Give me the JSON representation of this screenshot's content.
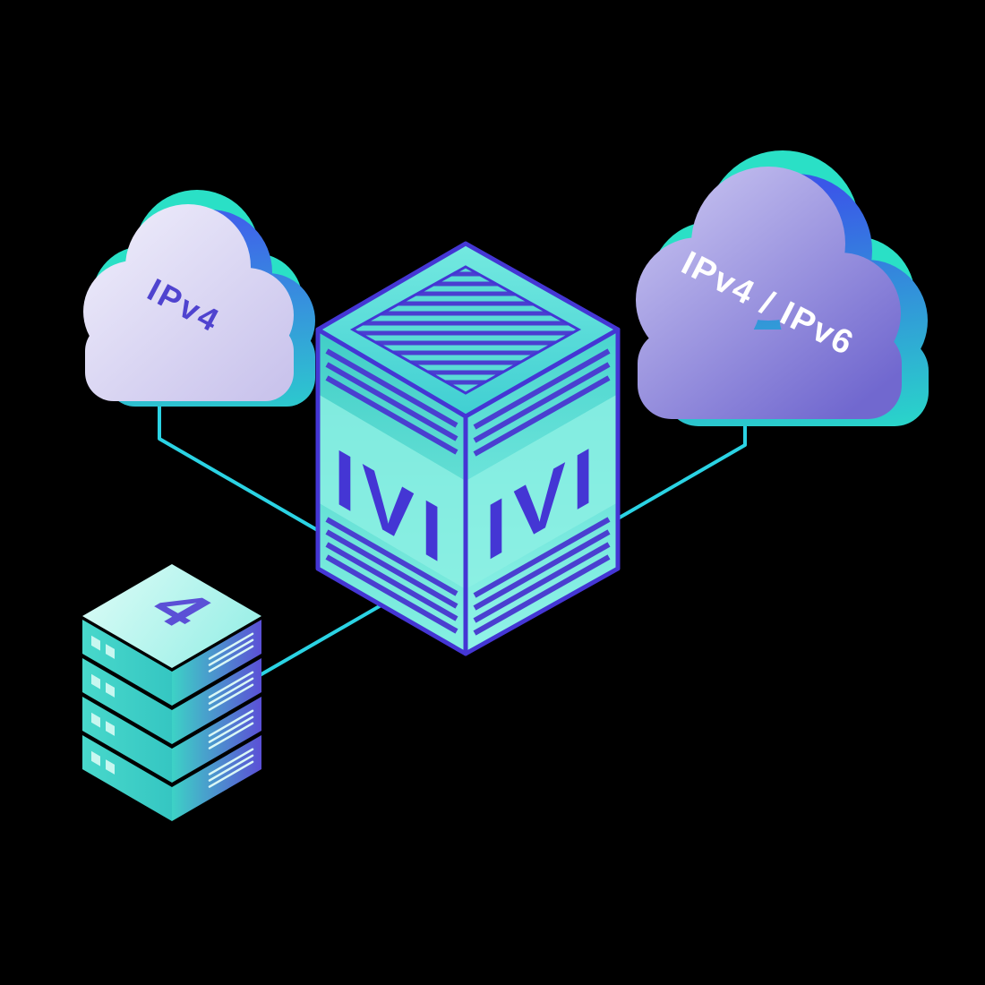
{
  "diagram": {
    "background": "#000000",
    "connector_color": "#2bd3e4",
    "nodes": {
      "left_cloud": {
        "label": "IPv4",
        "label_color": "#4f43cf"
      },
      "right_cloud": {
        "label": "IPv4 / IPv6",
        "label_color": "#ffffff"
      },
      "translator_cube": {
        "left_face_label": "IVI",
        "right_face_label": "IVI",
        "label_color": "#4436d4"
      },
      "server_stack": {
        "label": "4",
        "label_color": "#5b50d6"
      }
    },
    "palette": {
      "teal_accent": "#2ae0c6",
      "blue_accent": "#3b5fe8",
      "indigo_edge": "#4436d4",
      "cube_face_teal": "#57dcd2",
      "cloud_left_body": "#e2dff4",
      "cloud_right_body": "#9a93dd",
      "stack_top": "#c9f8f1"
    }
  }
}
